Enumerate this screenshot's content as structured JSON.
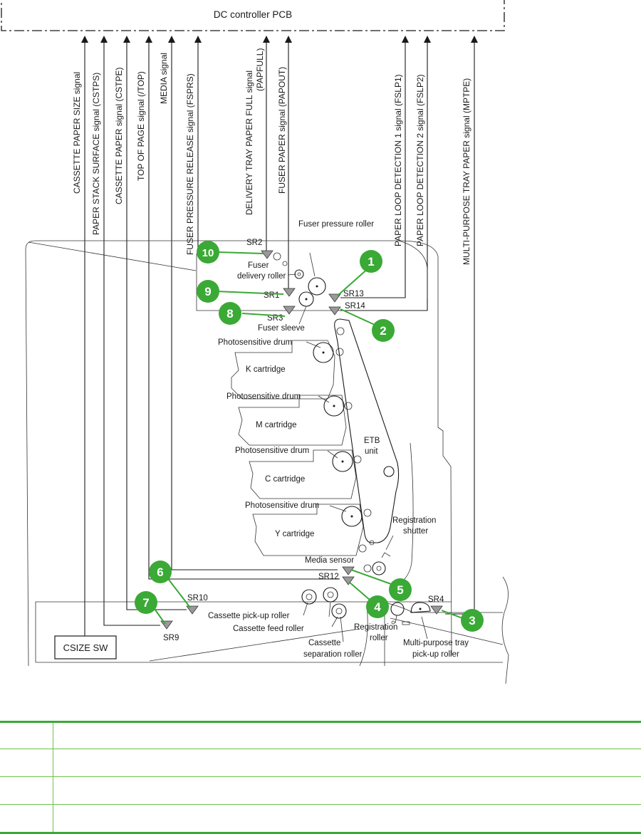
{
  "header": {
    "title": "DC controller PCB"
  },
  "signals": [
    {
      "id": "s1",
      "label": "CASSETTE   PAPER SIZE signal"
    },
    {
      "id": "s2",
      "label": "PAPER STACK SURFACE signal (CSTPS)"
    },
    {
      "id": "s3",
      "label": "CASSETTE PAPER signal (CSTPE)"
    },
    {
      "id": "s4",
      "label": "TOP OF PAGE signal (/TOP)"
    },
    {
      "id": "s5",
      "label": "MEDIA signal"
    },
    {
      "id": "s6",
      "label": "FUSER PRESSURE RELEASE signal (FSPRS)"
    },
    {
      "id": "s7a",
      "label": "DELIVERY TRAY PAPER FULL signal"
    },
    {
      "id": "s7b",
      "label": "(PAPFULL)"
    },
    {
      "id": "s8",
      "label": "FUSER PAPER signal (PAPOUT)"
    },
    {
      "id": "s9",
      "label": "PAPER LOOP DETECTION 1 signal (FSLP1)"
    },
    {
      "id": "s10",
      "label": "PAPER LOOP DETECTION 2 signal (FSLP2)"
    },
    {
      "id": "s11",
      "label": "MULTI-PURPOSE TRAY PAPER signal (MPTPE)"
    }
  ],
  "sensors": {
    "sr1": "SR1",
    "sr2": "SR2",
    "sr3": "SR3",
    "sr4": "SR4",
    "sr9": "SR9",
    "sr10": "SR10",
    "sr12": "SR12",
    "sr13": "SR13",
    "sr14": "SR14"
  },
  "components": {
    "fuser_pressure_roller": "Fuser pressure roller",
    "fuser_line1": "Fuser",
    "fuser_line2": "delivery roller",
    "fuser_sleeve": "Fuser sleeve",
    "photo_drum": "Photosensitive drum",
    "k_cartridge": "K   cartridge",
    "m_cartridge": "M cartridge",
    "c_cartridge": "C cartridge",
    "y_cartridge": "Y cartridge",
    "etb_line1": "ETB",
    "etb_line2": "unit",
    "reg_shutter_line1": "Registration",
    "reg_shutter_line2": "shutter",
    "media_sensor": "Media sensor",
    "cassette_pickup": "Cassette pick-up roller",
    "cassette_feed": "Cassette feed roller",
    "cassette_sep_line1": "Cassette",
    "cassette_sep_line2": "separation roller",
    "reg_roller_line1": "Registration",
    "reg_roller_line2": "roller",
    "mp_pickup_line1": "Multi-purpose tray",
    "mp_pickup_line2": "pick-up roller",
    "csize_sw": "CSIZE SW"
  },
  "callouts": [
    "1",
    "2",
    "3",
    "4",
    "5",
    "6",
    "7",
    "8",
    "9",
    "10"
  ],
  "colors": {
    "callout_green": "#3aa935",
    "sensor_gray": "#9a9a9a",
    "table_rule": "#6cc24a"
  },
  "table": {
    "rows": 4
  }
}
